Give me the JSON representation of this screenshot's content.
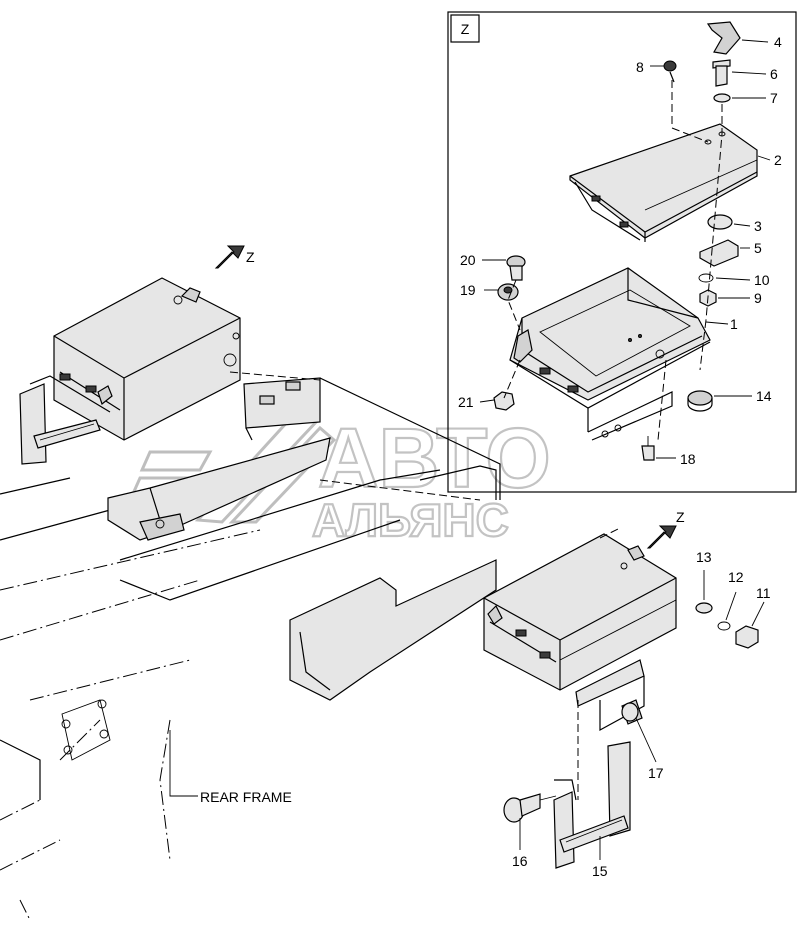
{
  "detail_frame": {
    "label": "Z"
  },
  "view_arrows": [
    {
      "label": "Z"
    },
    {
      "label": "Z"
    }
  ],
  "callouts": {
    "p1": "1",
    "p2": "2",
    "p3": "3",
    "p4": "4",
    "p5": "5",
    "p6": "6",
    "p7": "7",
    "p8": "8",
    "p9": "9",
    "p10": "10",
    "p11": "11",
    "p12": "12",
    "p13": "13",
    "p14": "14",
    "p15": "15",
    "p16": "16",
    "p17": "17",
    "p18": "18",
    "p19": "19",
    "p20": "20",
    "p21": "21"
  },
  "frame_label": "REAR FRAME",
  "watermark": {
    "line1": "АВТО",
    "line2": "АЛЬЯНС"
  }
}
